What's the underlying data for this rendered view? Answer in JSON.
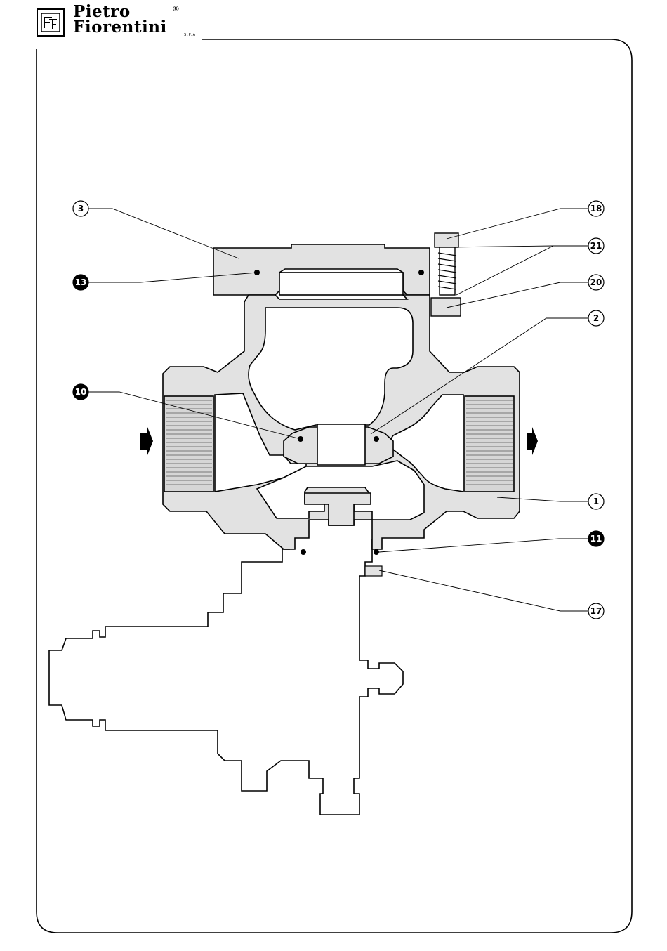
{
  "header": {
    "brand_line1": "Pietro",
    "brand_line2": "Fiorentini",
    "spa": "S.P.A",
    "registered": "®"
  },
  "diagram": {
    "callouts": [
      {
        "id": "3",
        "style": "outline"
      },
      {
        "id": "13",
        "style": "filled"
      },
      {
        "id": "10",
        "style": "filled"
      },
      {
        "id": "18",
        "style": "outline"
      },
      {
        "id": "21",
        "style": "outline"
      },
      {
        "id": "20",
        "style": "outline"
      },
      {
        "id": "2",
        "style": "outline"
      },
      {
        "id": "1",
        "style": "outline"
      },
      {
        "id": "11",
        "style": "filled"
      },
      {
        "id": "17",
        "style": "outline"
      }
    ]
  }
}
